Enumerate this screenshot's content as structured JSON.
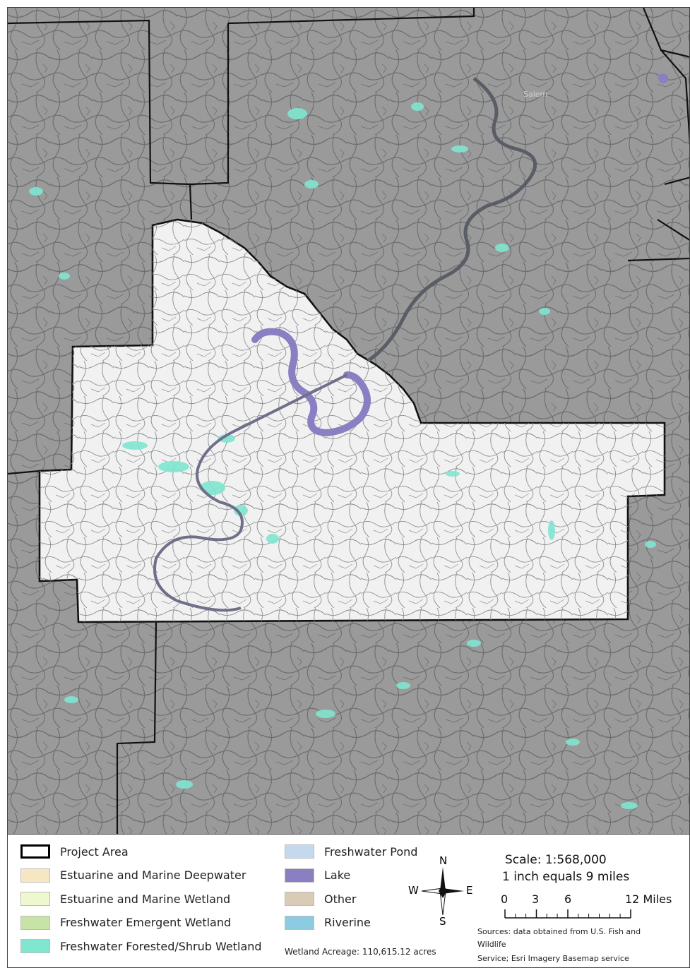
{
  "map": {
    "place_label": "Salem",
    "colors": {
      "background": "#9a9a9a",
      "project_area_fill": "#f1f1f1",
      "stream": "#555a5b",
      "wetland": "#7fe6d0",
      "lake": "#8a7fc2",
      "boundary": "#111111"
    }
  },
  "legend": {
    "left_items": [
      {
        "label": "Project Area",
        "color": "#ffffff",
        "border": "#000000"
      },
      {
        "label": "Estuarine and Marine Deepwater",
        "color": "#f7e6c2",
        "border": "#bdbdbd"
      },
      {
        "label": "Estuarine and Marine Wetland",
        "color": "#eef8cf",
        "border": "#bdbdbd"
      },
      {
        "label": "Freshwater Emergent Wetland",
        "color": "#c7e3a6",
        "border": "#bdbdbd"
      },
      {
        "label": "Freshwater Forested/Shrub Wetland",
        "color": "#7fe6d0",
        "border": "#bdbdbd"
      }
    ],
    "mid_items": [
      {
        "label": "Freshwater Pond",
        "color": "#c4d9ee",
        "border": "#bdbdbd"
      },
      {
        "label": "Lake",
        "color": "#8a7fc2",
        "border": "#bdbdbd"
      },
      {
        "label": "Other",
        "color": "#d9cbb6",
        "border": "#bdbdbd"
      },
      {
        "label": "Riverine",
        "color": "#8dcbe2",
        "border": "#bdbdbd"
      }
    ],
    "acreage": "Wetland Acreage: 110,615.12 acres"
  },
  "north_arrow": {
    "n": "N",
    "s": "S",
    "e": "E",
    "w": "W"
  },
  "scale": {
    "ratio": "Scale: 1:568,000",
    "equivalence": "1 inch equals 9 miles",
    "ticks": [
      "0",
      "3",
      "6",
      "12 Miles"
    ]
  },
  "sources": {
    "line1": "Sources: data obtained from U.S. Fish and",
    "line2": "Wildlife",
    "line3": "Service; Esri Imagery Basemap service"
  }
}
